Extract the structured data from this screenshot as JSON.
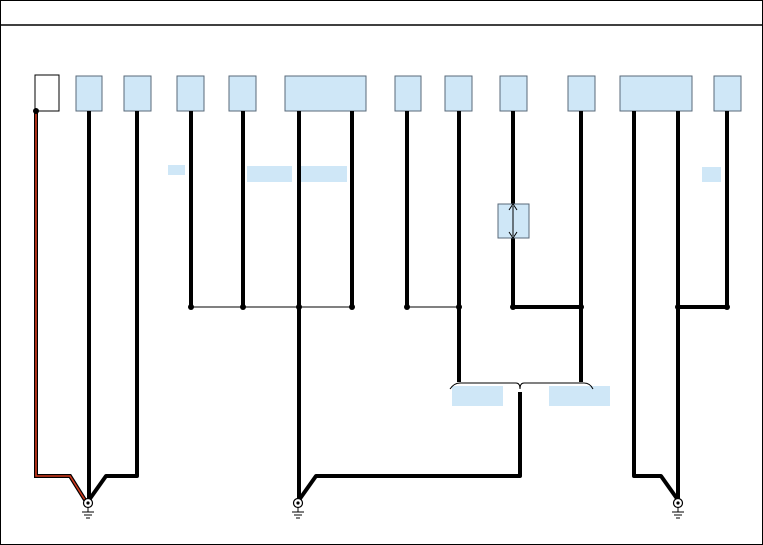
{
  "diagram": {
    "title": "",
    "colors": {
      "frame": "#000000",
      "component_fill": "#cfe7f7",
      "component_stroke": "#5a6a7a",
      "label_fill": "#cfe7f7",
      "wire": "#000000",
      "wire_thin": "#000000",
      "wire_accent": "#d23a1e",
      "white_box": "#ffffff"
    },
    "components": [
      "",
      "",
      "",
      "",
      "",
      "",
      "",
      "",
      "",
      "",
      "",
      ""
    ],
    "labels": [
      "",
      "",
      "",
      "",
      "",
      "",
      ""
    ],
    "inline_component": "",
    "grounds": [
      "ground-left",
      "ground-center",
      "ground-right"
    ]
  }
}
